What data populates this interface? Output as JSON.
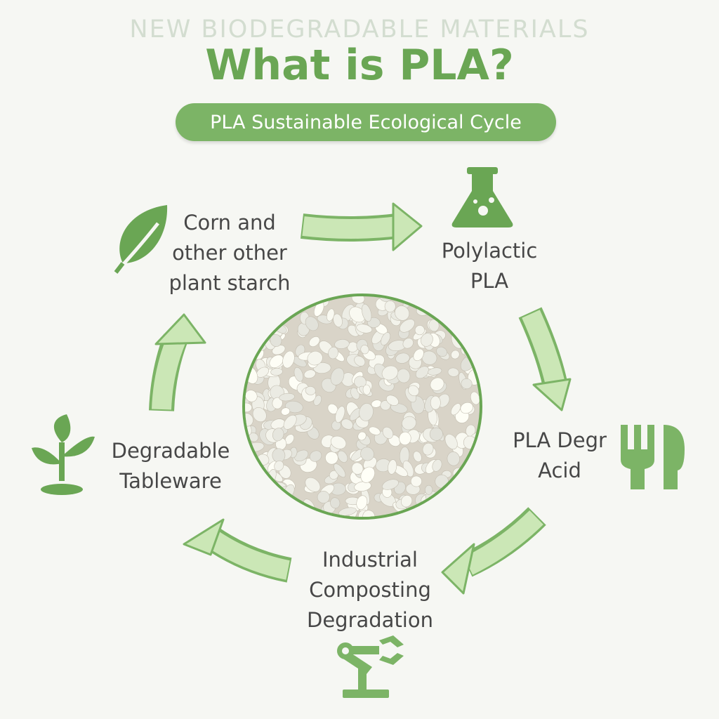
{
  "header": {
    "kicker": "NEW BIODEGRADABLE MATERIALS",
    "title": "What is PLA?",
    "subtitle": "PLA Sustainable Ecological Cycle"
  },
  "cycle": {
    "steps": [
      {
        "label": "Corn and\nother other\nplant starch",
        "icon": "leaf-icon"
      },
      {
        "label": "Polylactic\nPLA",
        "icon": "flask-icon"
      },
      {
        "label": "PLA Degr\nAcid",
        "icon": "fork-knife-icon"
      },
      {
        "label": "Industrial\nComposting\nDegradation",
        "icon": "robot-arm-icon"
      },
      {
        "label": "Degradable\nTableware",
        "icon": "sprout-icon"
      }
    ]
  },
  "colors": {
    "accent": "#6aa654",
    "arrow_fill": "#c9e6b4",
    "text": "#474747"
  }
}
